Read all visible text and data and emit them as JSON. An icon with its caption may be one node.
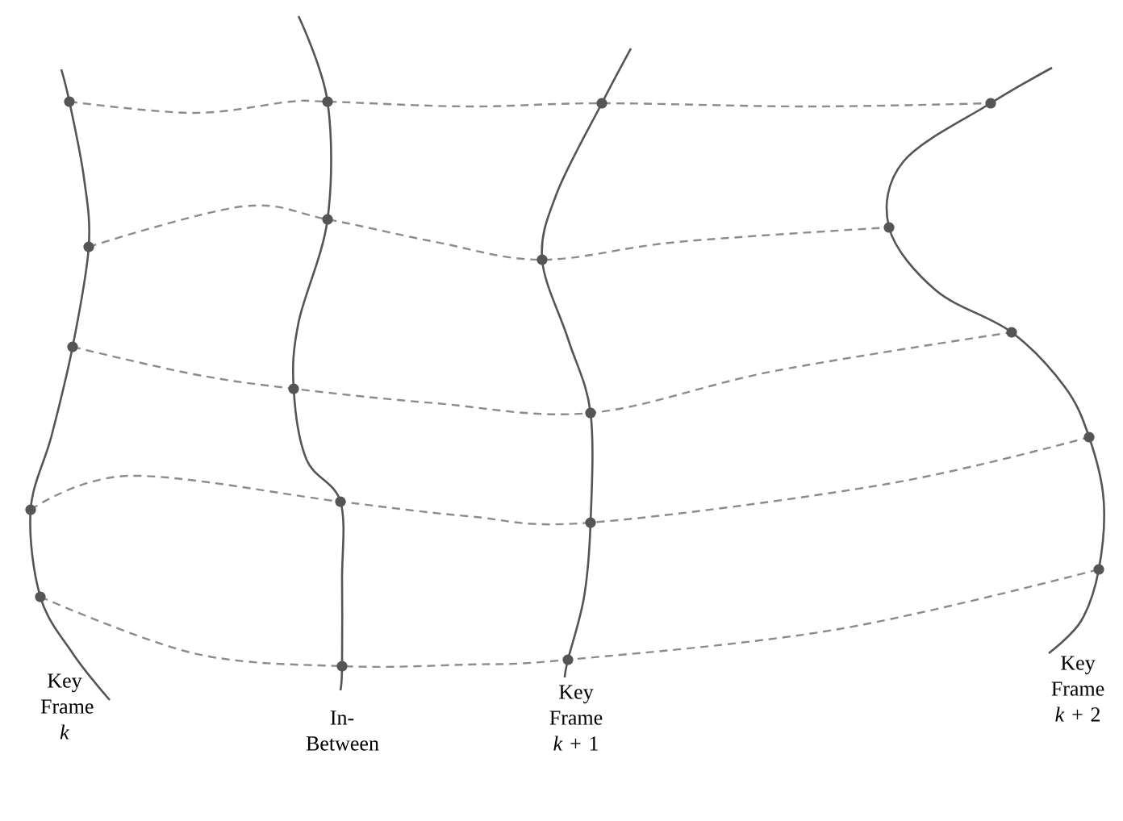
{
  "diagram": {
    "labels": [
      "Key Frame *k*",
      "In-Between",
      "Key Frame *k* + 1",
      "Key Frame *k* + 2"
    ]
  }
}
